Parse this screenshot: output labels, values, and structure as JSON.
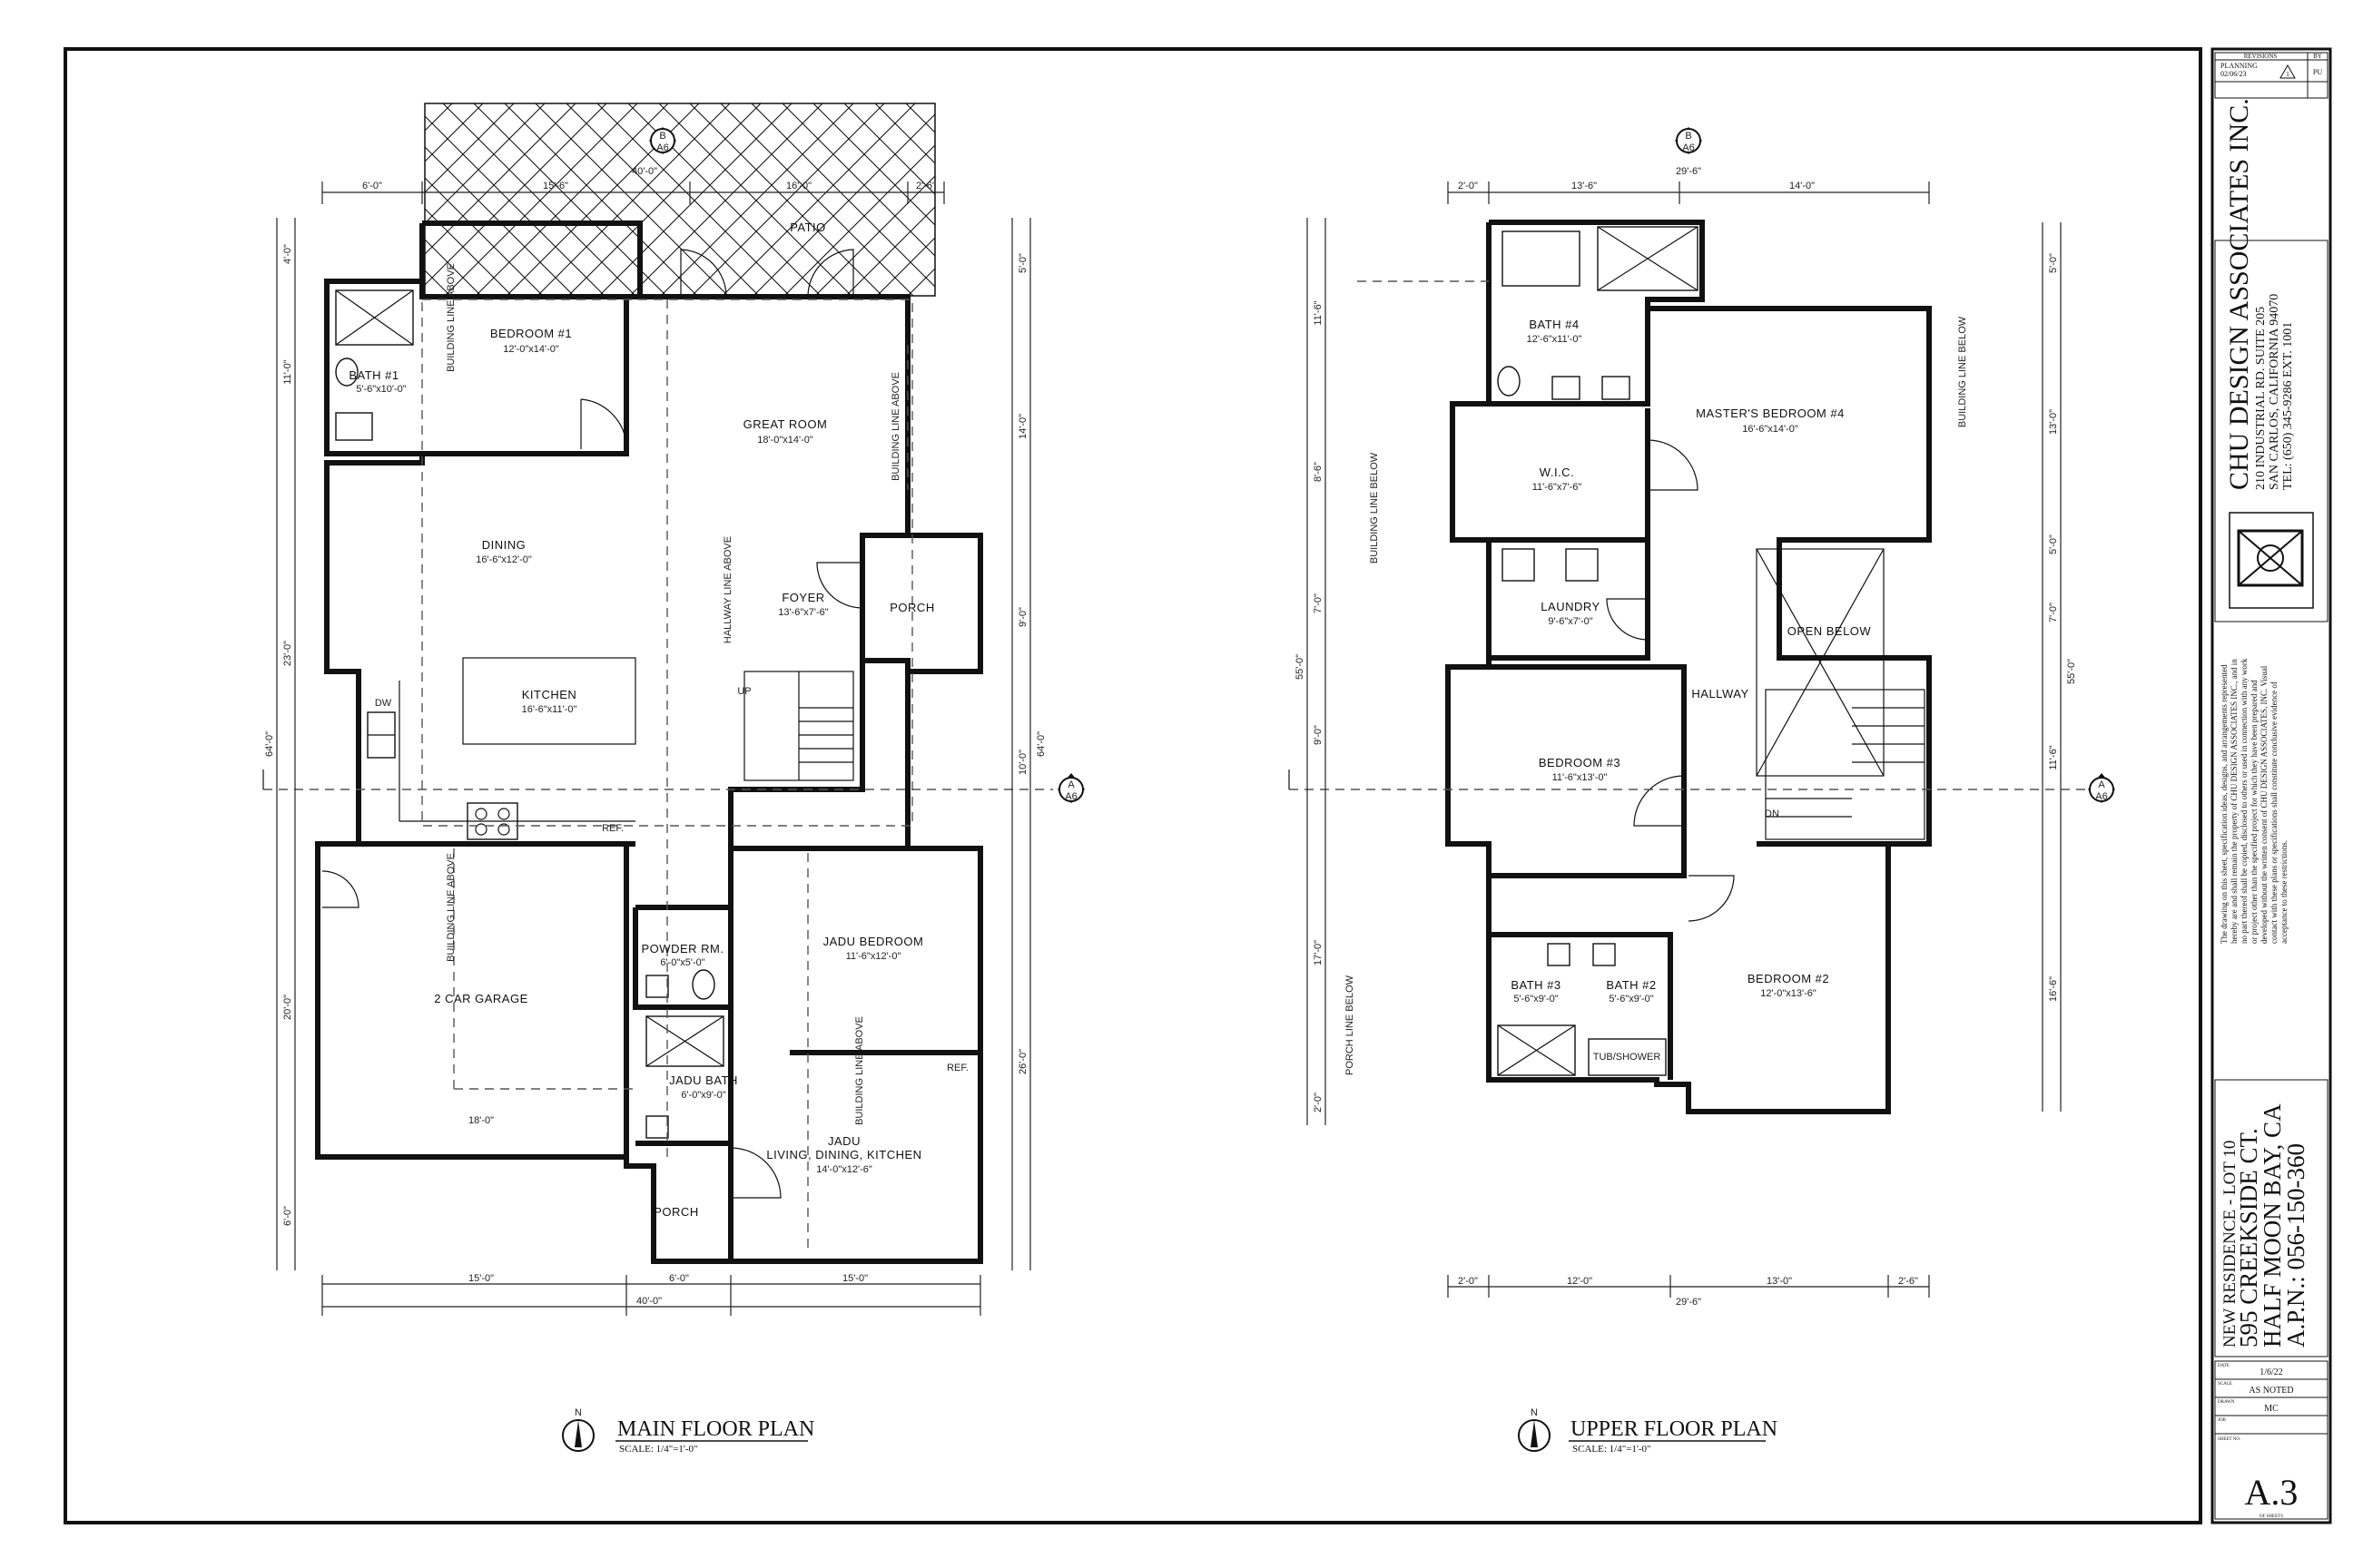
{
  "main_plan": {
    "title": "MAIN FLOOR PLAN",
    "scale": "SCALE: 1/4\"=1'-0\"",
    "rooms": {
      "bedroom1": {
        "name": "BEDROOM #1",
        "size": "12'-0\"x14'-0\""
      },
      "bath1": {
        "name": "BATH #1",
        "size": "5'-6\"x10'-0\""
      },
      "great_room": {
        "name": "GREAT ROOM",
        "size": "18'-0\"x14'-0\""
      },
      "dining": {
        "name": "DINING",
        "size": "16'-6\"x12'-0\""
      },
      "kitchen": {
        "name": "KITCHEN",
        "size": "16'-6\"x11'-0\""
      },
      "foyer": {
        "name": "FOYER",
        "size": "13'-6\"x7'-6\""
      },
      "porch": {
        "name": "PORCH"
      },
      "patio": {
        "name": "PATIO"
      },
      "garage": {
        "name": "2 CAR GARAGE"
      },
      "powder": {
        "name": "POWDER RM.",
        "size": "6'-0\"x5'-0\""
      },
      "jadu_bedroom": {
        "name": "JADU BEDROOM",
        "size": "11'-6\"x12'-0\""
      },
      "jadu_bath": {
        "name": "JADU BATH",
        "size": "6'-0\"x9'-0\""
      },
      "jadu_living_1": "JADU",
      "jadu_living_2": "LIVING, DINING, KITCHEN",
      "jadu_living_size": "14'-0\"x12'-6\"",
      "porch2": {
        "name": "PORCH"
      }
    },
    "notes": {
      "bla1": "BUILDING LINE ABOVE",
      "bla2": "BUILDING LINE ABOVE",
      "bla3": "BUILDING LINE ABOVE",
      "bla4": "BUILDING LINE ABOVE",
      "hallway_above": "HALLWAY LINE ABOVE",
      "ref1": "REF.",
      "ref2": "REF.",
      "dw": "DW",
      "up": "UP",
      "garage_width": "18'-0\""
    },
    "dims_top": [
      "6'-0\"",
      "15'-6\"",
      "40'-0\"",
      "16'-0\"",
      "2'-6\""
    ],
    "dims_bottom": [
      "15'-0\"",
      "6'-0\"",
      "15'-0\"",
      "40'-0\""
    ],
    "dims_left": [
      "4'-0\"",
      "11'-0\"",
      "23'-0\"",
      "64'-0\"",
      "20'-0\"",
      "6'-0\""
    ],
    "dims_right": [
      "5'-0\"",
      "14'-0\"",
      "9'-0\"",
      "64'-0\"",
      "10'-0\"",
      "26'-0\""
    ],
    "section_b": {
      "top": "B",
      "bottom": "A6"
    },
    "section_a": {
      "top": "A",
      "bottom": "A6"
    }
  },
  "upper_plan": {
    "title": "UPPER FLOOR PLAN",
    "scale": "SCALE: 1/4\"=1'-0\"",
    "rooms": {
      "bath4": {
        "name": "BATH #4",
        "size": "12'-6\"x11'-0\""
      },
      "master": {
        "name": "MASTER'S BEDROOM #4",
        "size": "16'-6\"x14'-0\""
      },
      "wic": {
        "name": "W.I.C.",
        "size": "11'-6\"x7'-6\""
      },
      "laundry": {
        "name": "LAUNDRY",
        "size": "9'-6\"x7'-0\""
      },
      "open_below": {
        "name": "OPEN BELOW"
      },
      "hallway": {
        "name": "HALLWAY"
      },
      "bedroom3": {
        "name": "BEDROOM #3",
        "size": "11'-6\"x13'-0\""
      },
      "bath3": {
        "name": "BATH #3",
        "size": "5'-6\"x9'-0\""
      },
      "bath2": {
        "name": "BATH #2",
        "size": "5'-6\"x9'-0\""
      },
      "bedroom2": {
        "name": "BEDROOM #2",
        "size": "12'-0\"x13'-6\""
      },
      "tub": "TUB/SHOWER"
    },
    "notes": {
      "blb1": "BUILDING LINE BELOW",
      "blb2": "BUILDING LINE BELOW",
      "porch_below": "PORCH LINE BELOW",
      "dn": "DN"
    },
    "dims_top": [
      "2'-0\"",
      "13'-6\"",
      "14'-0\"",
      "29'-6\""
    ],
    "dims_bottom": [
      "2'-0\"",
      "12'-0\"",
      "13'-0\"",
      "2'-6\"",
      "29'-6\""
    ],
    "dims_left": [
      "11'-6\"",
      "8'-6\"",
      "7'-0\"",
      "55'-0\"",
      "9'-0\"",
      "17'-0\"",
      "2'-0\""
    ],
    "dims_right": [
      "5'-0\"",
      "13'-0\"",
      "5'-0\"",
      "7'-0\"",
      "55'-0\"",
      "11'-6\"",
      "16'-6\""
    ],
    "section_b": {
      "top": "B",
      "bottom": "A6"
    },
    "section_a": {
      "top": "A",
      "bottom": "A6"
    }
  },
  "north": "N",
  "title_block": {
    "revisions": "REVISIONS",
    "by": "BY",
    "rev1_label": "PLANNING",
    "rev1_date": "02/06/23",
    "rev1_num": "1",
    "rev1_by": "PU",
    "company": "CHU DESIGN ASSOCIATES INC.",
    "address1": "210 INDUSTRIAL RD. SUITE 205",
    "address2": "SAN CARLOS, CALIFORNIA 94070",
    "phone": "TEL: (650) 345-9286 EXT. 1001",
    "disclaimer1": "The drawing on this sheet, specification ideas, designs, and arrangements represented",
    "disclaimer2": "hereby are and shall remain the property of CHU DESIGN ASSOCIATES INC., and in",
    "disclaimer3": "no part thereof shall be copied, disclosed to others or used in connection with any work",
    "disclaimer4": "or project other than the specified project for which they have been prepared and",
    "disclaimer5": "developed without the written consent of CHU DESIGN ASSOCIATES, INC. Visual",
    "disclaimer6": "contact with these plans or specifications shall constitute conclusive evidence of",
    "disclaimer7": "acceptance to these restrictions.",
    "project1": "NEW RESIDENCE - LOT 10",
    "project2": "595 CREEKSIDE CT.",
    "project3": "HALF MOON BAY, CA",
    "project4": "A.P.N.: 056-150-360",
    "date_label": "DATE",
    "date": "1/6/22",
    "scale_label": "SCALE",
    "scale": "AS NOTED",
    "drawn_label": "DRAWN",
    "drawn": "MC",
    "job_label": "JOB",
    "sheet_label": "SHEET NO.",
    "sheet": "A.3",
    "sheet_of": "OF SHEETS"
  }
}
